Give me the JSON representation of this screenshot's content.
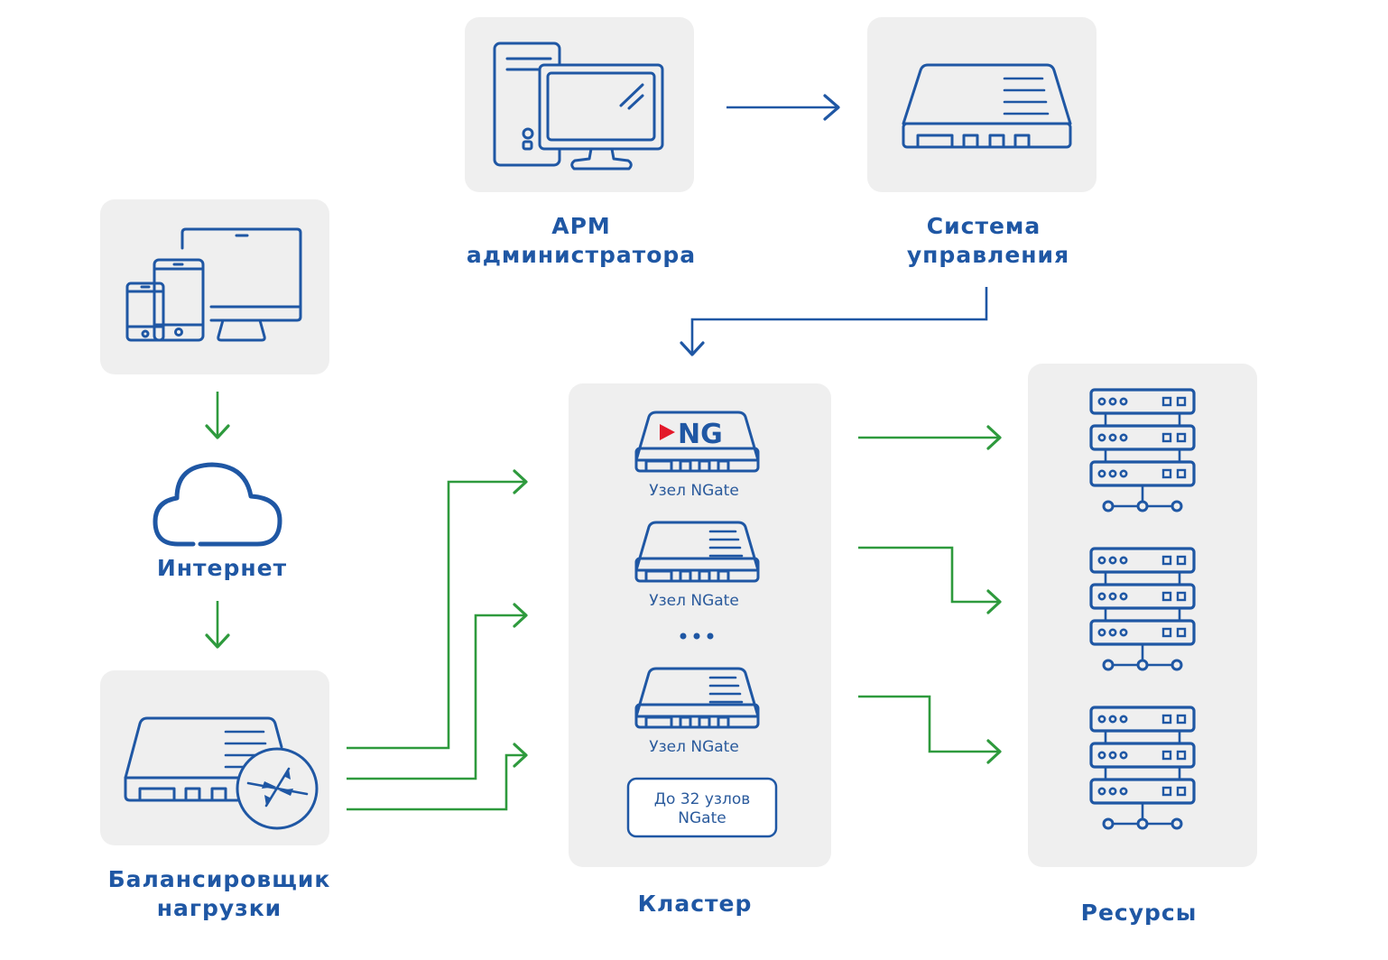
{
  "colors": {
    "primary_blue": "#1f57a4",
    "flow_green": "#2e9a3d",
    "panel_gray": "#efefef",
    "logo_red": "#e3192a"
  },
  "nodes": {
    "arm": {
      "label_line1": "АРМ",
      "label_line2": "администратора",
      "icon": "workstation-icon"
    },
    "management": {
      "label_line1": "Система",
      "label_line2": "управления",
      "icon": "appliance-icon"
    },
    "clients": {
      "icon": "devices-icon"
    },
    "internet": {
      "label": "Интернет",
      "icon": "cloud-icon"
    },
    "balancer": {
      "label_line1": "Балансировщик",
      "label_line2": "нагрузки",
      "icon": "load-balancer-icon"
    },
    "cluster": {
      "label": "Кластер",
      "logo_text": "NG",
      "nodes": [
        {
          "label": "Узел NGate",
          "icon": "ngate-logo-appliance-icon"
        },
        {
          "label": "Узел NGate",
          "icon": "appliance-icon"
        },
        {
          "label": "Узел NGate",
          "icon": "appliance-icon"
        }
      ],
      "ellipsis": "•••",
      "capacity_line1": "До 32 узлов",
      "capacity_line2": "NGate"
    },
    "resources": {
      "label": "Ресурсы",
      "icon": "server-rack-icon",
      "count": 3
    }
  },
  "connections": [
    {
      "from": "arm",
      "to": "management",
      "color": "blue"
    },
    {
      "from": "management",
      "to": "cluster",
      "color": "blue"
    },
    {
      "from": "clients",
      "to": "internet",
      "color": "green"
    },
    {
      "from": "internet",
      "to": "balancer",
      "color": "green"
    },
    {
      "from": "balancer",
      "to": "cluster",
      "color": "green",
      "count": 3
    },
    {
      "from": "cluster",
      "to": "resources",
      "color": "green",
      "count": 3
    }
  ]
}
